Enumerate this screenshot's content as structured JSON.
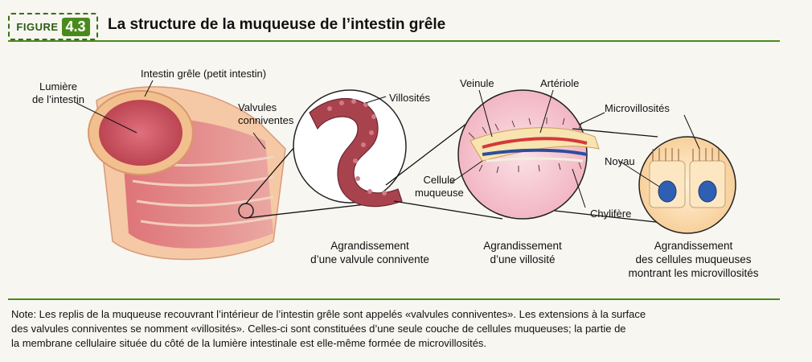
{
  "figure": {
    "label_word": "FIGURE",
    "label_number": "4.3",
    "title": "La structure de la muqueuse de l’intestin grêle"
  },
  "labels": {
    "lumiere": [
      "Lumière",
      "de l’intestin"
    ],
    "intestin": "Intestin grêle (petit intestin)",
    "valvules": [
      "Valvules",
      "conniventes"
    ],
    "villosites": "Villosités",
    "veinule": "Veinule",
    "arteriole": "Artériole",
    "microvillosites": "Microvillosités",
    "cellule": [
      "Cellule",
      "muqueuse"
    ],
    "noyau": "Noyau",
    "chylifere": "Chylifère"
  },
  "captions": {
    "valvule": [
      "Agrandissement",
      "d’une valvule connivente"
    ],
    "villosite": [
      "Agrandissement",
      "d’une villosité"
    ],
    "cellules": [
      "Agrandissement",
      "des cellules muqueuses",
      "montrant les microvillosités"
    ]
  },
  "note": [
    "Note: Les replis de la muqueuse recouvrant l’intérieur de l’intestin grêle sont appelés «valvules conniventes». Les extensions à la surface",
    "des valvules conniventes se nomment «villosités». Celles-ci sont constituées d’une seule couche de cellules muqueuses; la partie de",
    "la membrane cellulaire située du côté de la lumière intestinale est elle-même formée de microvillosités."
  ],
  "colors": {
    "accent_green": "#4a8a1c",
    "tissue_red": "#c94a5a",
    "tissue_pink": "#e8a0a0",
    "outer_orange": "#f3c596"
  },
  "icons": [
    "figure-badge-icon"
  ]
}
